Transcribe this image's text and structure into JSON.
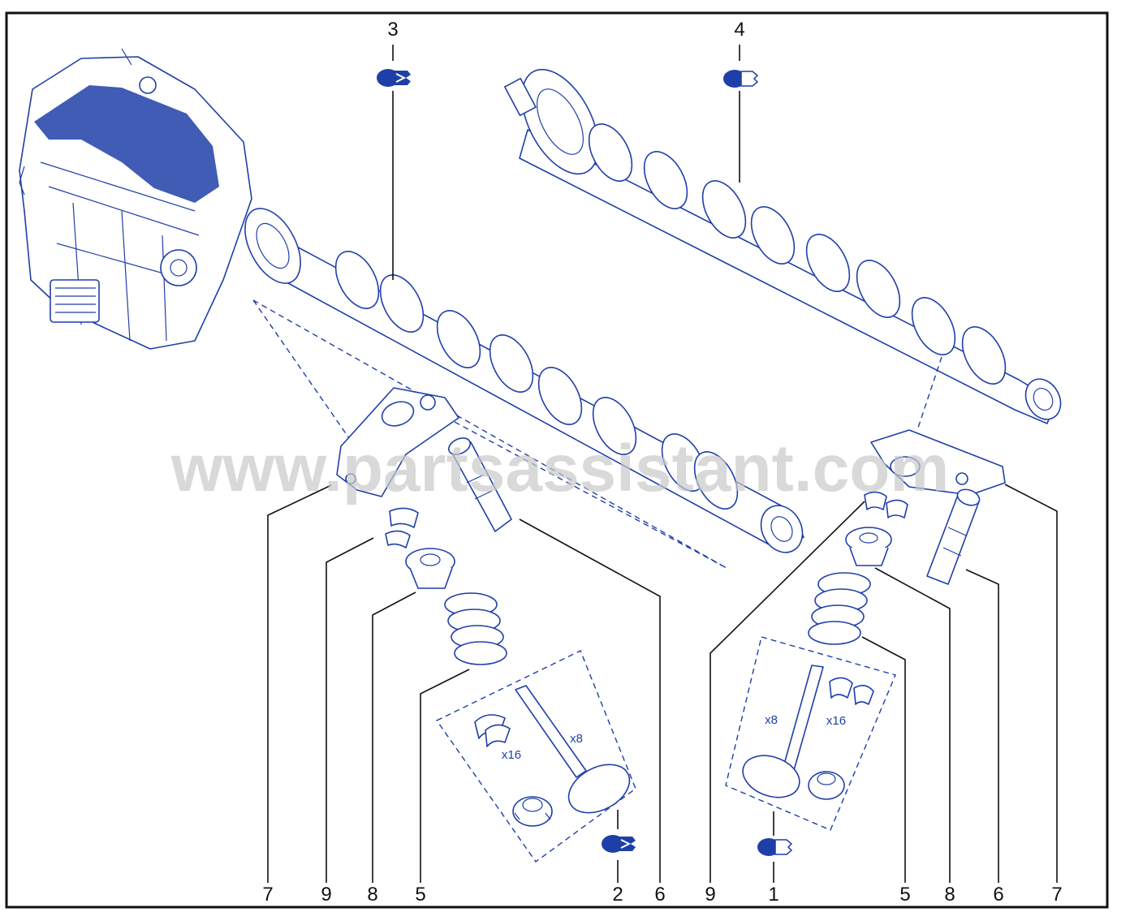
{
  "watermark": "www.partsassistant.com",
  "callouts": {
    "top_3": "3",
    "top_4": "4",
    "bottom": [
      "7",
      "9",
      "8",
      "5",
      "2",
      "6",
      "9",
      "1",
      "5",
      "8",
      "6",
      "7"
    ]
  },
  "quantities": {
    "left_keepers": "x16",
    "left_valve": "x8",
    "right_valve": "x8",
    "right_keepers": "x16"
  },
  "colors": {
    "line_art": "#1f3fa8",
    "leaders": "#111111",
    "watermark": "#c9c9c9"
  },
  "icons": {
    "callout_3_badge": "intake-badge-icon",
    "callout_4_badge": "exhaust-badge-icon",
    "callout_2_badge": "intake-badge-icon",
    "callout_1_badge": "exhaust-badge-icon"
  }
}
